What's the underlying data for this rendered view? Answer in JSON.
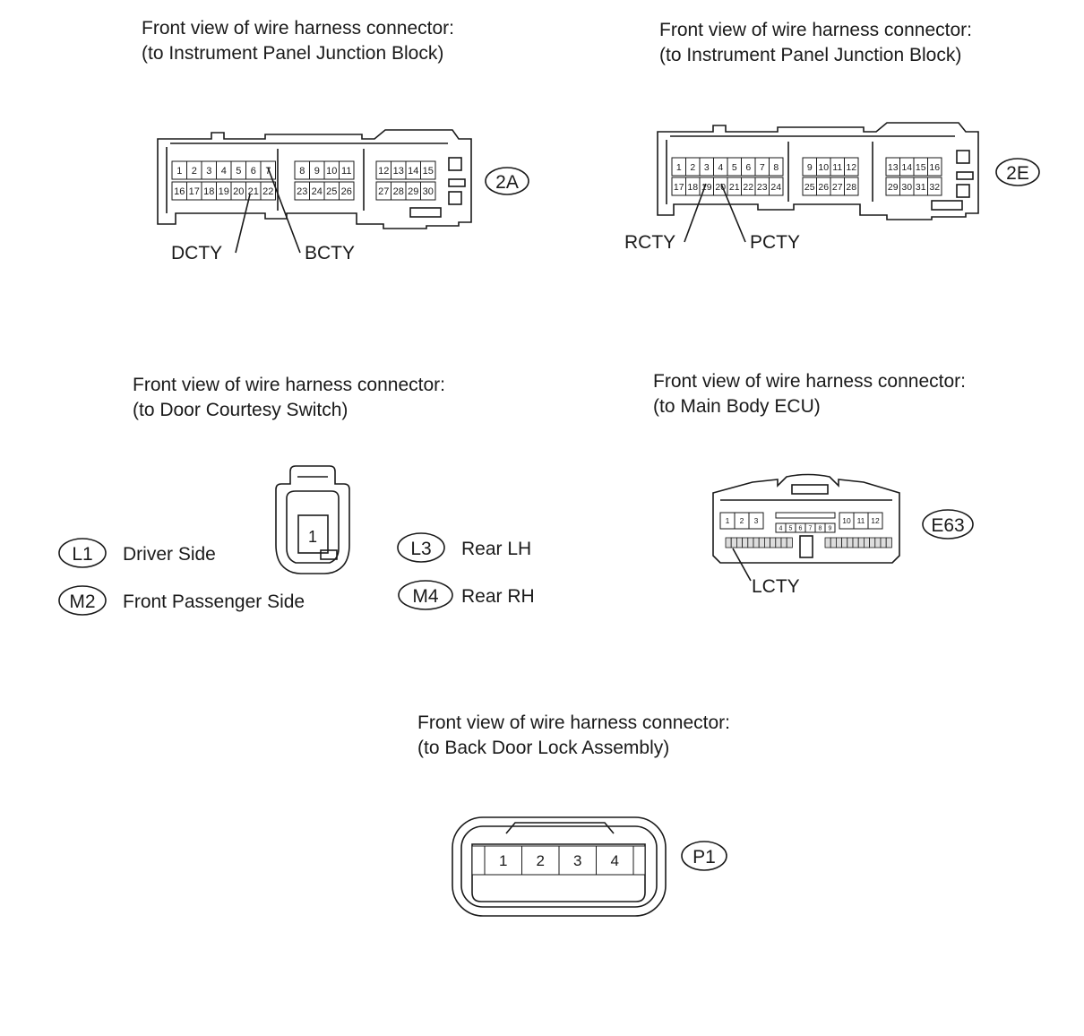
{
  "captions": {
    "jb_2a": {
      "line1": "Front view of wire harness connector:",
      "line2": "(to Instrument Panel Junction Block)"
    },
    "jb_2e": {
      "line1": "Front view of wire harness connector:",
      "line2": "(to Instrument Panel Junction Block)"
    },
    "door_switch": {
      "line1": "Front view of wire harness connector:",
      "line2": "(to Door Courtesy Switch)"
    },
    "main_body_ecu": {
      "line1": "Front view of wire harness connector:",
      "line2": "(to Main Body ECU)"
    },
    "back_door": {
      "line1": "Front view of wire harness connector:",
      "line2": "(to Back Door Lock Assembly)"
    }
  },
  "connector_2a": {
    "code": "2A",
    "top_pins": [
      "1",
      "2",
      "3",
      "4",
      "5",
      "6",
      "7",
      "8",
      "9",
      "10",
      "11",
      "12",
      "13",
      "14",
      "15"
    ],
    "bottom_pins": [
      "16",
      "17",
      "18",
      "19",
      "20",
      "21",
      "22",
      "23",
      "24",
      "25",
      "26",
      "27",
      "28",
      "29",
      "30"
    ],
    "callouts": [
      "DCTY",
      "BCTY"
    ]
  },
  "connector_2e": {
    "code": "2E",
    "top_pins": [
      "1",
      "2",
      "3",
      "4",
      "5",
      "6",
      "7",
      "8",
      "9",
      "10",
      "11",
      "12",
      "13",
      "14",
      "15",
      "16"
    ],
    "bottom_pins": [
      "17",
      "18",
      "19",
      "20",
      "21",
      "22",
      "23",
      "24",
      "25",
      "26",
      "27",
      "28",
      "29",
      "30",
      "31",
      "32"
    ],
    "callouts": [
      "RCTY",
      "PCTY"
    ]
  },
  "door_switch": {
    "pin": "1",
    "variants": [
      {
        "code": "L1",
        "label": "Driver Side"
      },
      {
        "code": "M2",
        "label": "Front Passenger Side"
      },
      {
        "code": "L3",
        "label": "Rear LH"
      },
      {
        "code": "M4",
        "label": "Rear RH"
      }
    ]
  },
  "connector_e63": {
    "code": "E63",
    "left_pins": [
      "1",
      "2",
      "3"
    ],
    "middle_pins": [
      "4",
      "5",
      "6",
      "7",
      "8",
      "9"
    ],
    "right_pins": [
      "10",
      "11",
      "12"
    ],
    "callout": "LCTY"
  },
  "connector_p1": {
    "code": "P1",
    "pins": [
      "1",
      "2",
      "3",
      "4"
    ]
  }
}
